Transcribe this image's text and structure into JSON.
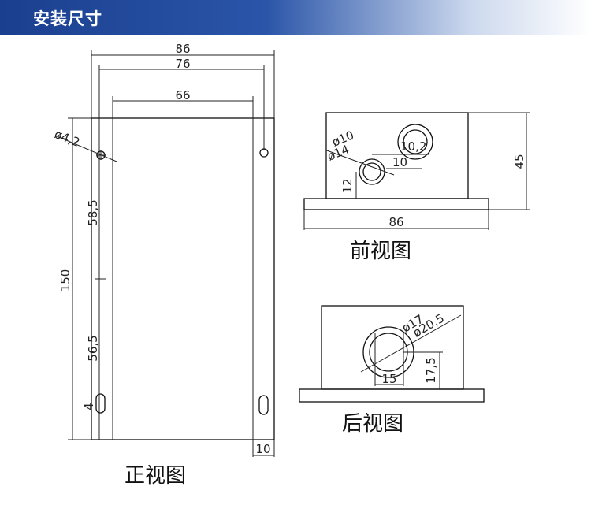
{
  "header": {
    "title": "安装尺寸"
  },
  "front": {
    "label": "正视图",
    "dim_86": "86",
    "dim_76": "76",
    "dim_66": "66",
    "dim_hole": "ø4,2",
    "dim_150": "150",
    "dim_58_5": "58,5",
    "dim_56_5": "56,5",
    "dim_4": "4",
    "dim_10": "10"
  },
  "front_view": {
    "label": "前视图",
    "dim_d10": "ø10",
    "dim_d14": "ø14",
    "dim_10_2": "10,2",
    "dim_10": "10",
    "dim_12": "12",
    "dim_45": "45",
    "dim_86": "86"
  },
  "rear_view": {
    "label": "后视图",
    "dim_d17": "ø17",
    "dim_d20_5": "ø20,5",
    "dim_15": "15",
    "dim_17_5": "17,5"
  }
}
